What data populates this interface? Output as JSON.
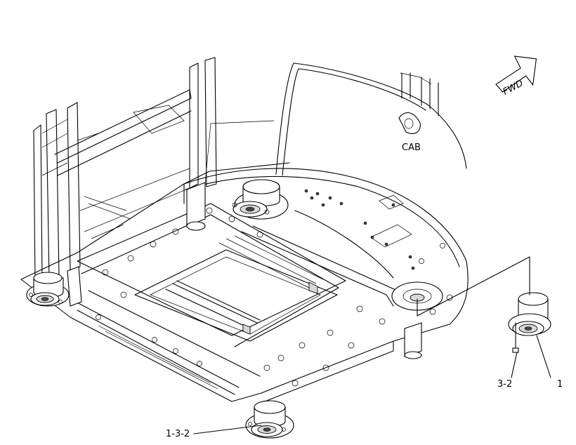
{
  "labels": {
    "cab": "CAB",
    "fwd": "FWD",
    "part_1": "1",
    "part_3_2": "3-2",
    "part_1_3_2": "1-3-2"
  }
}
